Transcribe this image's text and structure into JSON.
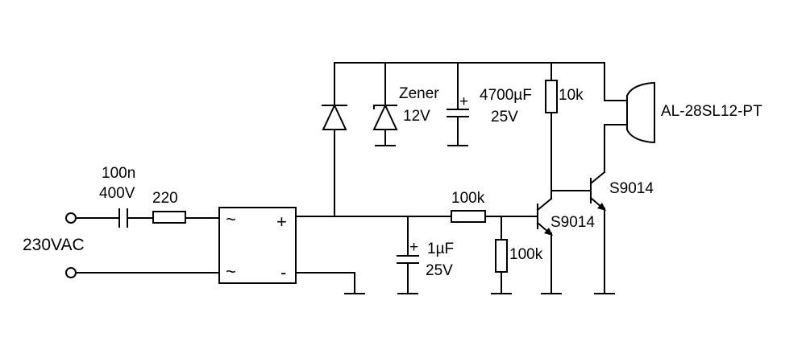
{
  "input": {
    "label": "230VAC"
  },
  "capacitor_series": {
    "value": "100n",
    "voltage": "400V"
  },
  "resistor_series": {
    "value": "220"
  },
  "bridge": {
    "ac_symbol": "~",
    "plus": "+",
    "minus": "-"
  },
  "zener": {
    "line1": "Zener",
    "line2": "12V"
  },
  "cap_filter": {
    "polarity": "+",
    "value": "4700µF",
    "voltage": "25V"
  },
  "cap_timing": {
    "polarity": "+",
    "value": "1µF",
    "voltage": "25V"
  },
  "resistor_base_series": {
    "value": "100k"
  },
  "resistor_base_shunt": {
    "value": "100k"
  },
  "resistor_collector": {
    "value": "10k"
  },
  "transistor_q1": {
    "label": "S9014"
  },
  "transistor_q2": {
    "label": "S9014"
  },
  "buzzer": {
    "label": "AL-28SL12-PT"
  }
}
